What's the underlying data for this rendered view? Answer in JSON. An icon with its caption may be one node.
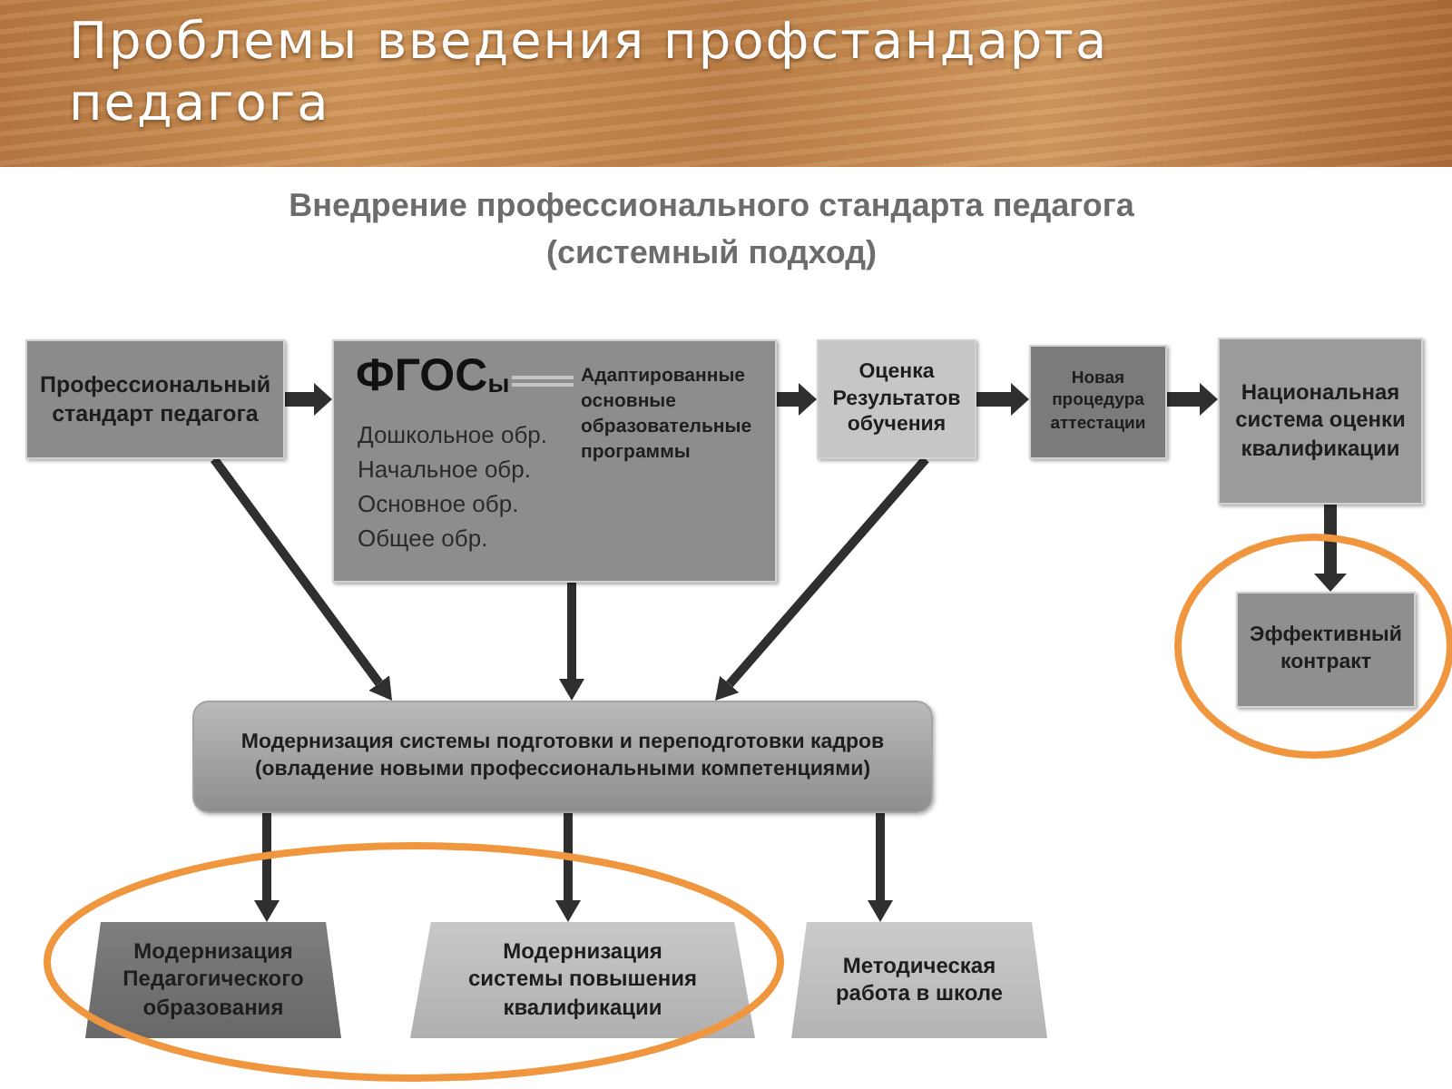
{
  "diagram": {
    "title": "Проблемы введения профстандарта педагога",
    "nodes": [
      {
        "text": [
          "Профессиональный стандарт педагога"
        ]
      },
      {
        "text": [
          "ФГОС$_{ы}$",
          "Дошкольное обр.",
          "Начальное обр.",
          "Основное обр.",
          "Общее обр.",
          "Адаптированные основные образовательные программы"
        ]
      },
      {
        "text": [
          "Оценка Результатов обучения"
        ]
      },
      {
        "text": [
          "Новая процедура аттестации"
        ]
      },
      {
        "text": [
          "Национальная система оценки квалификации"
        ]
      },
      {
        "text": [
          "Эффективный контракт"
        ]
      },
      {
        "text": [
          "Модернизация системы подготовки и переподготовки кадров",
          "(овладение новыми профессиональными компетенциями)"
        ]
      },
      {
        "text": [
          "Модернизация Педагогического образования"
        ]
      },
      {
        "text": [
          "Модернизация системы повышения квалификации"
        ]
      },
      {
        "text": [
          "Методическая работа в школе"
        ]
      }
    ],
    "edges": [
      {
        "from": 0,
        "to": 1,
        "arrow": "to"
      },
      {
        "from": 1,
        "to": 2,
        "arrow": "to"
      },
      {
        "from": 2,
        "to": 3,
        "arrow": "to"
      },
      {
        "from": 3,
        "to": 4,
        "arrow": "to"
      },
      {
        "from": 4,
        "to": 5,
        "arrow": "to"
      },
      {
        "from": 0,
        "to": 6,
        "arrow": "to"
      },
      {
        "from": 1,
        "to": 6,
        "arrow": "to"
      },
      {
        "from": 2,
        "to": 6,
        "arrow": "to"
      },
      {
        "from": 6,
        "to": 7,
        "arrow": "to"
      },
      {
        "from": 6,
        "to": 8,
        "arrow": "to"
      },
      {
        "from": 6,
        "to": 9,
        "arrow": "to"
      }
    ],
    "labels": [
      "Внедрение профессионального стандарта педагога (системный подход)"
    ]
  }
}
